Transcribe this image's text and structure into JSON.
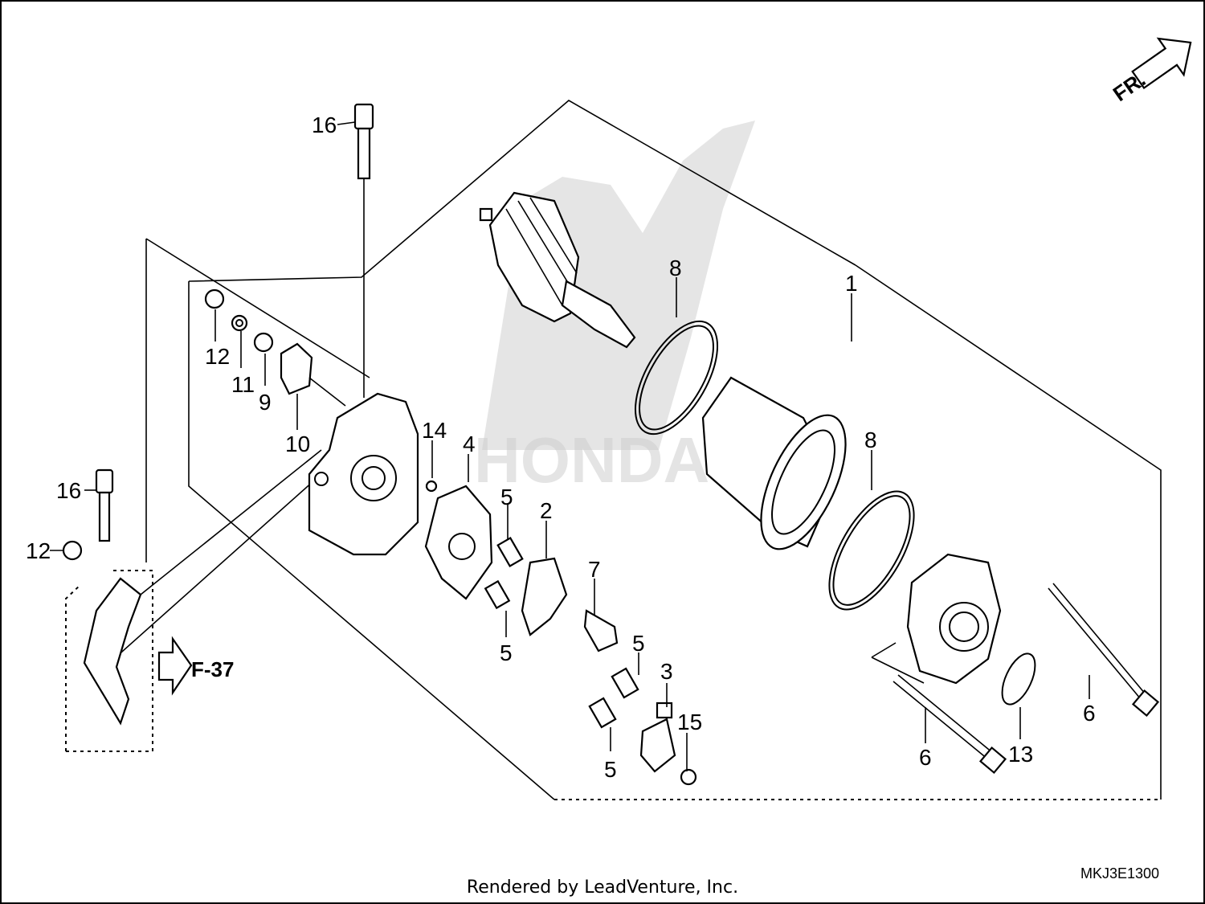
{
  "diagram": {
    "direction_marker": "FR.",
    "reference_arrow": "F-37",
    "diagram_code": "MKJ3E1300",
    "credit": "Rendered by LeadVenture, Inc.",
    "logo_word": "HONDA",
    "callouts": [
      "1",
      "2",
      "3",
      "4",
      "5",
      "5",
      "5",
      "5",
      "6",
      "6",
      "7",
      "8",
      "8",
      "9",
      "10",
      "11",
      "12",
      "12",
      "13",
      "14",
      "15",
      "16",
      "16"
    ]
  }
}
